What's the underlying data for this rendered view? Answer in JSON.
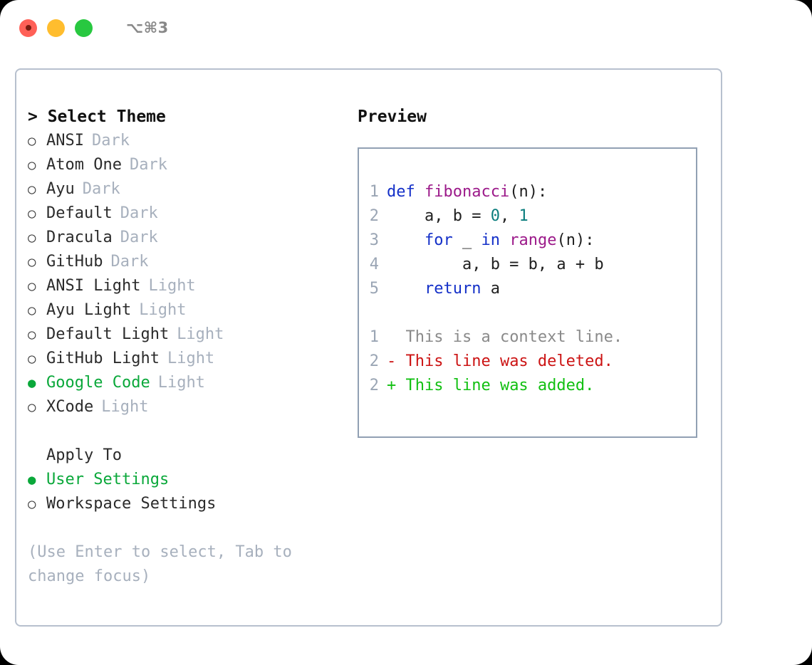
{
  "window": {
    "shortcut_label": "⌥⌘3",
    "traffic_lights": [
      {
        "name": "close",
        "color": "#ff6057"
      },
      {
        "name": "minimize",
        "color": "#ffbd2e"
      },
      {
        "name": "maximize",
        "color": "#28c840"
      }
    ]
  },
  "colors": {
    "accent_green": "#0aa83a",
    "badge_gray": "#a7b0bd",
    "panel_border": "#b7c0ce",
    "preview_border": "#91a0b3",
    "text": "#2b2b2b",
    "keyword_blue": "#1430c8",
    "function_purple": "#9c1a8a",
    "number_teal": "#0a7d7d",
    "diff_add_green": "#12c012",
    "diff_del_red": "#cc1414",
    "diff_ctx_gray": "#8a8a8a"
  },
  "theme_list": {
    "header": "> Select Theme",
    "bullet_on": "●",
    "bullet_off": "○",
    "items": [
      {
        "label": "ANSI",
        "badge": "Dark",
        "selected": false
      },
      {
        "label": "Atom One",
        "badge": "Dark",
        "selected": false
      },
      {
        "label": "Ayu",
        "badge": "Dark",
        "selected": false
      },
      {
        "label": "Default",
        "badge": "Dark",
        "selected": false
      },
      {
        "label": "Dracula",
        "badge": "Dark",
        "selected": false
      },
      {
        "label": "GitHub",
        "badge": "Dark",
        "selected": false
      },
      {
        "label": "ANSI Light",
        "badge": "Light",
        "selected": false
      },
      {
        "label": "Ayu Light",
        "badge": "Light",
        "selected": false
      },
      {
        "label": "Default Light",
        "badge": "Light",
        "selected": false
      },
      {
        "label": "GitHub Light",
        "badge": "Light",
        "selected": false
      },
      {
        "label": "Google Code",
        "badge": "Light",
        "selected": true
      },
      {
        "label": "XCode",
        "badge": "Light",
        "selected": false
      }
    ]
  },
  "apply_to": {
    "header": "Apply To",
    "items": [
      {
        "label": "User Settings",
        "selected": true
      },
      {
        "label": "Workspace Settings",
        "selected": false
      }
    ]
  },
  "hint": "(Use Enter to select, Tab to change focus)",
  "preview": {
    "title": "Preview",
    "code_lines": [
      {
        "num": "1",
        "tokens": [
          {
            "t": "def ",
            "k": "kw"
          },
          {
            "t": "fibonacci",
            "k": "fn"
          },
          {
            "t": "(n):",
            "k": "plain"
          }
        ]
      },
      {
        "num": "2",
        "tokens": [
          {
            "t": "    a, b = ",
            "k": "plain"
          },
          {
            "t": "0",
            "k": "num"
          },
          {
            "t": ", ",
            "k": "plain"
          },
          {
            "t": "1",
            "k": "num"
          }
        ]
      },
      {
        "num": "3",
        "tokens": [
          {
            "t": "    ",
            "k": "plain"
          },
          {
            "t": "for",
            "k": "kw"
          },
          {
            "t": " _ ",
            "k": "plain"
          },
          {
            "t": "in",
            "k": "kw"
          },
          {
            "t": " ",
            "k": "plain"
          },
          {
            "t": "range",
            "k": "fn"
          },
          {
            "t": "(n):",
            "k": "plain"
          }
        ]
      },
      {
        "num": "4",
        "tokens": [
          {
            "t": "        a, b = b, a + b",
            "k": "plain"
          }
        ]
      },
      {
        "num": "5",
        "tokens": [
          {
            "t": "    ",
            "k": "plain"
          },
          {
            "t": "return",
            "k": "kw"
          },
          {
            "t": " a",
            "k": "plain"
          }
        ]
      }
    ],
    "diff_lines": [
      {
        "num": "1",
        "marker": " ",
        "text": " This is a context line.",
        "kind": "ctx"
      },
      {
        "num": "2",
        "marker": "-",
        "text": " This line was deleted.",
        "kind": "del"
      },
      {
        "num": "2",
        "marker": "+",
        "text": " This line was added.",
        "kind": "add"
      }
    ]
  }
}
